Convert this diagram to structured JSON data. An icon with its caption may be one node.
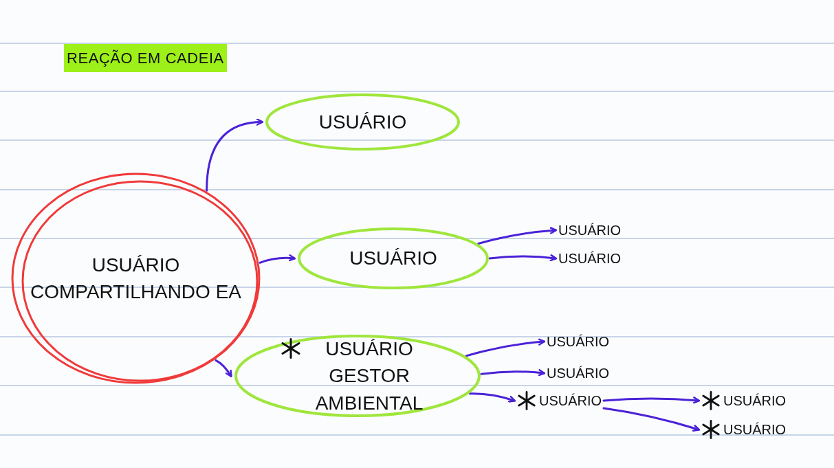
{
  "diagram": {
    "title": "REAÇÃO EM CADEIA",
    "nodes": [
      {
        "text": [
          "USUÁRIO COMPARTILHANDO EA"
        ]
      },
      {
        "text": [
          "USUÁRIO"
        ]
      },
      {
        "text": [
          "USUÁRIO"
        ]
      },
      {
        "text": [
          "USUÁRIO GESTOR AMBIENTAL"
        ]
      },
      {
        "text": [
          "USUÁRIO"
        ]
      },
      {
        "text": [
          "USUÁRIO"
        ]
      },
      {
        "text": [
          "USUÁRIO"
        ]
      },
      {
        "text": [
          "USUÁRIO"
        ]
      },
      {
        "text": [
          "USUÁRIO"
        ]
      },
      {
        "text": [
          "USUÁRIO"
        ]
      },
      {
        "text": [
          "USUÁRIO"
        ]
      }
    ],
    "edges": [
      {
        "from": 0,
        "to": 1,
        "arrow": "to"
      },
      {
        "from": 0,
        "to": 2,
        "arrow": "to"
      },
      {
        "from": 0,
        "to": 3,
        "arrow": "to"
      },
      {
        "from": 2,
        "to": 4,
        "arrow": "to"
      },
      {
        "from": 2,
        "to": 5,
        "arrow": "to"
      },
      {
        "from": 3,
        "to": 6,
        "arrow": "to"
      },
      {
        "from": 3,
        "to": 7,
        "arrow": "to"
      },
      {
        "from": 3,
        "to": 8,
        "arrow": "to"
      },
      {
        "from": 8,
        "to": 9,
        "arrow": "to"
      },
      {
        "from": 8,
        "to": 10,
        "arrow": "to"
      }
    ]
  }
}
